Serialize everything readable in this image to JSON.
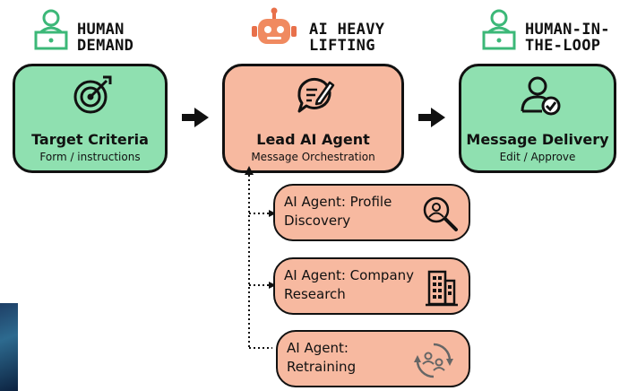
{
  "header_left": {
    "line1": "HUMAN",
    "line2": "DEMAND"
  },
  "header_mid": {
    "line1": "AI HEAVY",
    "line2": "LIFTING"
  },
  "header_right": {
    "line1": "HUMAN-IN-",
    "line2": "THE-LOOP"
  },
  "box_target": {
    "title": "Target Criteria",
    "subtitle": "Form / instructions"
  },
  "box_lead": {
    "title": "Lead AI Agent",
    "subtitle": "Message Orchestration"
  },
  "box_delivery": {
    "title": "Message Delivery",
    "subtitle": "Edit / Approve"
  },
  "sub_agents": [
    {
      "line1": "AI Agent: Profile",
      "line2": "Discovery",
      "icon": "search-user-icon"
    },
    {
      "line1": "AI Agent: Company",
      "line2": "Research",
      "icon": "building-icon"
    },
    {
      "line1": "AI Agent:",
      "line2": "Retraining",
      "icon": "refresh-users-icon"
    }
  ],
  "colors": {
    "green": "#8fe0b0",
    "salmon": "#f7b9a0",
    "outline": "#111111"
  }
}
